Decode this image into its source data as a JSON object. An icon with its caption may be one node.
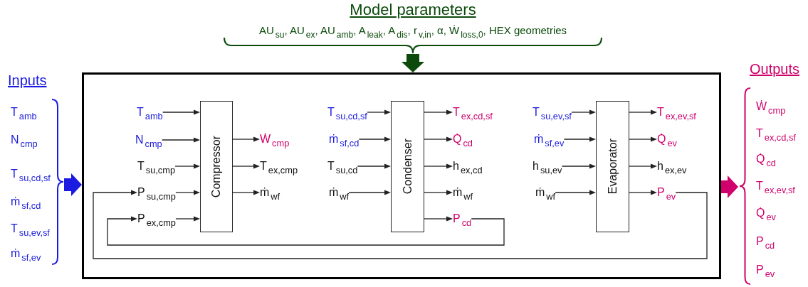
{
  "diagram": {
    "nodes": [
      {
        "text": [
          "Model parameters",
          "AU$_{su}$, AU$_{ex}$, AU$_{amb}$, A$_{leak}$, A$_{dis}$, r$_{v,in}$, α, Ẇ$_{loss,0}$, HEX geometries"
        ]
      },
      {
        "text": [
          "Inputs",
          "T$_{amb}$",
          "N$_{cmp}$",
          "T$_{su,cd,sf}$",
          "ṁ$_{sf,cd}$",
          "T$_{su,ev,sf}$",
          "ṁ$_{sf,ev}$"
        ]
      },
      {
        "text": [],
        "shape": "box"
      },
      {
        "text": [
          "Compressor"
        ],
        "in": 2
      },
      {
        "text": [
          "Condenser"
        ],
        "in": 2
      },
      {
        "text": [
          "Evaporator"
        ],
        "in": 2
      },
      {
        "text": [
          "T$_{amb}$"
        ],
        "in": 2
      },
      {
        "text": [
          "N$_{cmp}$"
        ],
        "in": 2
      },
      {
        "text": [
          "T$_{su,cmp}$"
        ],
        "in": 2
      },
      {
        "text": [
          "P$_{su,cmp}$"
        ],
        "in": 2
      },
      {
        "text": [
          "P$_{ex,cmp}$"
        ],
        "in": 2
      },
      {
        "text": [
          "Ẇ$_{cmp}$"
        ],
        "in": 2
      },
      {
        "text": [
          "T$_{ex,cmp}$"
        ],
        "in": 2
      },
      {
        "text": [
          "ṁ$_{wf}$"
        ],
        "in": 2
      },
      {
        "text": [
          "T$_{su,cd,sf}$"
        ],
        "in": 2
      },
      {
        "text": [
          "ṁ$_{sf,cd}$"
        ],
        "in": 2
      },
      {
        "text": [
          "T$_{su,cd}$"
        ],
        "in": 2
      },
      {
        "text": [
          "ṁ$_{wf}$"
        ],
        "in": 2
      },
      {
        "text": [
          "T$_{ex,cd,sf}$"
        ],
        "in": 2
      },
      {
        "text": [
          "Q̇$_{cd}$"
        ],
        "in": 2
      },
      {
        "text": [
          "h$_{ex,cd}$"
        ],
        "in": 2
      },
      {
        "text": [
          "ṁ$_{wf}$"
        ],
        "in": 2
      },
      {
        "text": [
          "P$_{cd}$"
        ],
        "in": 2
      },
      {
        "text": [
          "T$_{su,ev,sf}$"
        ],
        "in": 2
      },
      {
        "text": [
          "ṁ$_{sf,ev}$"
        ],
        "in": 2
      },
      {
        "text": [
          "h$_{su,ev}$"
        ],
        "in": 2
      },
      {
        "text": [
          "ṁ$_{wf}$"
        ],
        "in": 2
      },
      {
        "text": [
          "T$_{ex,ev,sf}$"
        ],
        "in": 2
      },
      {
        "text": [
          "Q̇$_{ev}$"
        ],
        "in": 2
      },
      {
        "text": [
          "h$_{ex,ev}$"
        ],
        "in": 2
      },
      {
        "text": [
          "P$_{ev}$"
        ],
        "in": 2
      },
      {
        "text": [
          "Outputs",
          "Ẇ$_{cmp}$",
          "T$_{ex,cd,sf}$",
          "Q̇$_{cd}$",
          "T$_{ex,ev,sf}$",
          "Q̇$_{ev}$",
          "P$_{cd}$",
          "P$_{ev}$"
        ]
      }
    ],
    "edges": [
      {
        "from": 1,
        "to": 2,
        "arrow": "to",
        "style": "thick",
        "color": "#1a1ae0"
      },
      {
        "from": 0,
        "to": 2,
        "arrow": "to",
        "style": "thick",
        "color": "#0b4a0b"
      },
      {
        "from": 2,
        "to": 31,
        "arrow": "to",
        "style": "thick",
        "color": "#d0006c"
      },
      {
        "from": 6,
        "to": 3,
        "arrow": "to"
      },
      {
        "from": 7,
        "to": 3,
        "arrow": "to"
      },
      {
        "from": 8,
        "to": 3,
        "arrow": "to"
      },
      {
        "from": 9,
        "to": 3,
        "arrow": "to"
      },
      {
        "from": 10,
        "to": 3,
        "arrow": "to"
      },
      {
        "from": 3,
        "to": 11,
        "arrow": "to"
      },
      {
        "from": 3,
        "to": 12,
        "arrow": "to"
      },
      {
        "from": 3,
        "to": 13,
        "arrow": "to"
      },
      {
        "from": 14,
        "to": 4,
        "arrow": "to"
      },
      {
        "from": 15,
        "to": 4,
        "arrow": "to"
      },
      {
        "from": 16,
        "to": 4,
        "arrow": "to"
      },
      {
        "from": 17,
        "to": 4,
        "arrow": "to"
      },
      {
        "from": 4,
        "to": 18,
        "arrow": "to"
      },
      {
        "from": 4,
        "to": 19,
        "arrow": "to"
      },
      {
        "from": 4,
        "to": 20,
        "arrow": "to"
      },
      {
        "from": 4,
        "to": 21,
        "arrow": "to"
      },
      {
        "from": 4,
        "to": 22,
        "arrow": "to"
      },
      {
        "from": 23,
        "to": 5,
        "arrow": "to"
      },
      {
        "from": 24,
        "to": 5,
        "arrow": "to"
      },
      {
        "from": 25,
        "to": 5,
        "arrow": "to"
      },
      {
        "from": 26,
        "to": 5,
        "arrow": "to"
      },
      {
        "from": 5,
        "to": 27,
        "arrow": "to"
      },
      {
        "from": 5,
        "to": 28,
        "arrow": "to"
      },
      {
        "from": 5,
        "to": 29,
        "arrow": "to"
      },
      {
        "from": 5,
        "to": 30,
        "arrow": "to"
      },
      {
        "from": 22,
        "to": 10,
        "arrow": "to"
      },
      {
        "from": 30,
        "to": 9,
        "arrow": "to"
      }
    ]
  }
}
